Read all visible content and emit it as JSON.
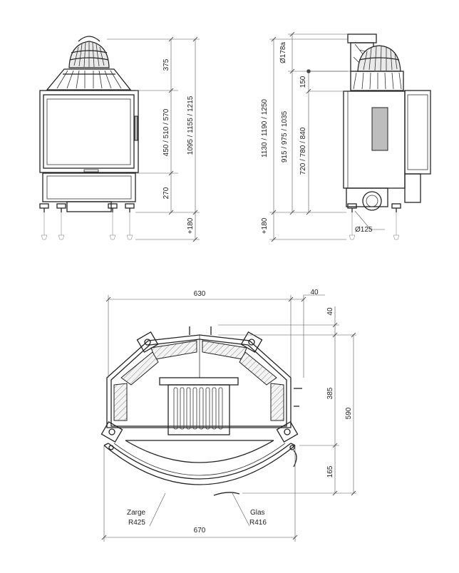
{
  "front_view": {
    "dim_top": "375",
    "dim_mid": "450 / 510 / 570",
    "dim_bottom": "270",
    "dim_total": "1095 / 1155 / 1215",
    "dim_legs": "+180"
  },
  "side_view": {
    "dim_flue_diameter": "Ø178a",
    "dim_total": "1130 / 1190 / 1250",
    "dim_top_offset": "150",
    "dim_opening_1": "915 / 975 / 1035",
    "dim_opening_2": "720 / 780 / 840",
    "dim_legs": "+180",
    "dim_air_diameter": "Ø125"
  },
  "plan_view": {
    "dim_width": "630",
    "dim_right_offset": "40",
    "dim_top_offset": "40",
    "dim_depth_mid": "385",
    "dim_depth_total": "590",
    "dim_front": "165",
    "dim_overall_width": "670",
    "label_frame": "Zarge",
    "label_frame_radius": "R425",
    "label_glass": "Glas",
    "label_glass_radius": "R416"
  }
}
